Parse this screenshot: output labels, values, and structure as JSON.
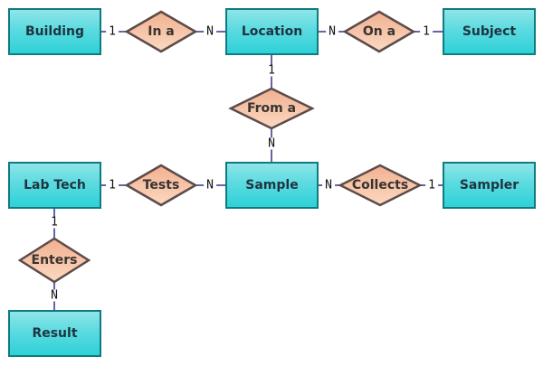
{
  "entities": [
    {
      "id": "building",
      "label": "Building"
    },
    {
      "id": "location",
      "label": "Location"
    },
    {
      "id": "subject",
      "label": "Subject"
    },
    {
      "id": "lab-tech",
      "label": "Lab Tech"
    },
    {
      "id": "sample",
      "label": "Sample"
    },
    {
      "id": "sampler",
      "label": "Sampler"
    },
    {
      "id": "result",
      "label": "Result"
    }
  ],
  "relationships": [
    {
      "id": "in-a",
      "label": "In a",
      "from": "Building",
      "to": "Location",
      "from_card": "1",
      "to_card": "N"
    },
    {
      "id": "on-a",
      "label": "On a",
      "from": "Location",
      "to": "Subject",
      "from_card": "N",
      "to_card": "1"
    },
    {
      "id": "from-a",
      "label": "From a",
      "from": "Location",
      "to": "Sample",
      "from_card": "1",
      "to_card": "N"
    },
    {
      "id": "tests",
      "label": "Tests",
      "from": "Lab Tech",
      "to": "Sample",
      "from_card": "1",
      "to_card": "N"
    },
    {
      "id": "collects",
      "label": "Collects",
      "from": "Sample",
      "to": "Sampler",
      "from_card": "N",
      "to_card": "1"
    },
    {
      "id": "enters",
      "label": "Enters",
      "from": "Lab Tech",
      "to": "Result",
      "from_card": "1",
      "to_card": "N"
    }
  ],
  "colors": {
    "entity_fill_top": "#8fe5e8",
    "entity_fill_bottom": "#2ed1d8",
    "entity_border": "#0f7b81",
    "entity_text": "#1f3440",
    "relationship_fill_top": "#f1b090",
    "relationship_fill_bottom": "#fbd9c2",
    "relationship_border": "#5d4b49",
    "relationship_text": "#38332f",
    "connector_line": "#6464aa",
    "cardinality_text": "#111111",
    "background": "#ffffff"
  }
}
